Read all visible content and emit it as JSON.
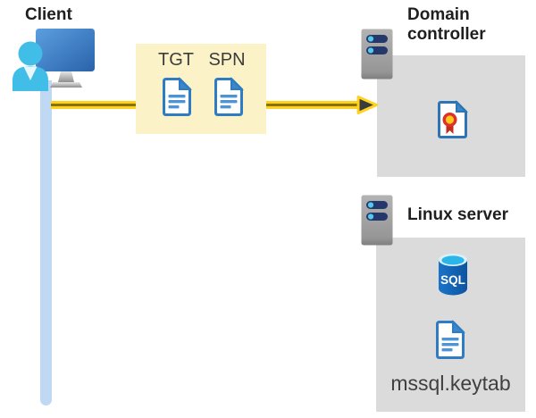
{
  "diagram": {
    "client": {
      "label": "Client"
    },
    "ticket_box": {
      "tgt_label": "TGT",
      "spn_label": "SPN"
    },
    "domain_controller": {
      "label": "Domain controller"
    },
    "linux_server": {
      "label": "Linux server",
      "sql_label": "SQL",
      "keytab_label": "mssql.keytab"
    }
  },
  "icons": {
    "client": "person-at-computer-icon",
    "server": "server-icon",
    "ticket_document": "document-icon",
    "certificate": "certificate-icon",
    "sql_database": "sql-database-icon",
    "arrow": "arrow-right-icon"
  },
  "colors": {
    "highlight_box": "#FBF2C8",
    "panel_gray": "#DBDBDB",
    "arrow_yellow": "#FFD21E",
    "arrow_core": "#8A7100",
    "arrowhead_dark": "#3B3B3B",
    "client_lifeline": "#BFD9F5",
    "document_blue": "#2E7CC3",
    "server_bar_navy": "#24386B",
    "server_dot_cyan": "#53C9F0",
    "person_cyan": "#41BEE8",
    "sql_body_blue": "#1261B4",
    "sql_top_cyan": "#2CB5E8",
    "certificate_red": "#DD3226",
    "certificate_yellow": "#FFC81E",
    "label_dark": "#1F1F1F",
    "ticket_text": "#3C3C3C"
  }
}
